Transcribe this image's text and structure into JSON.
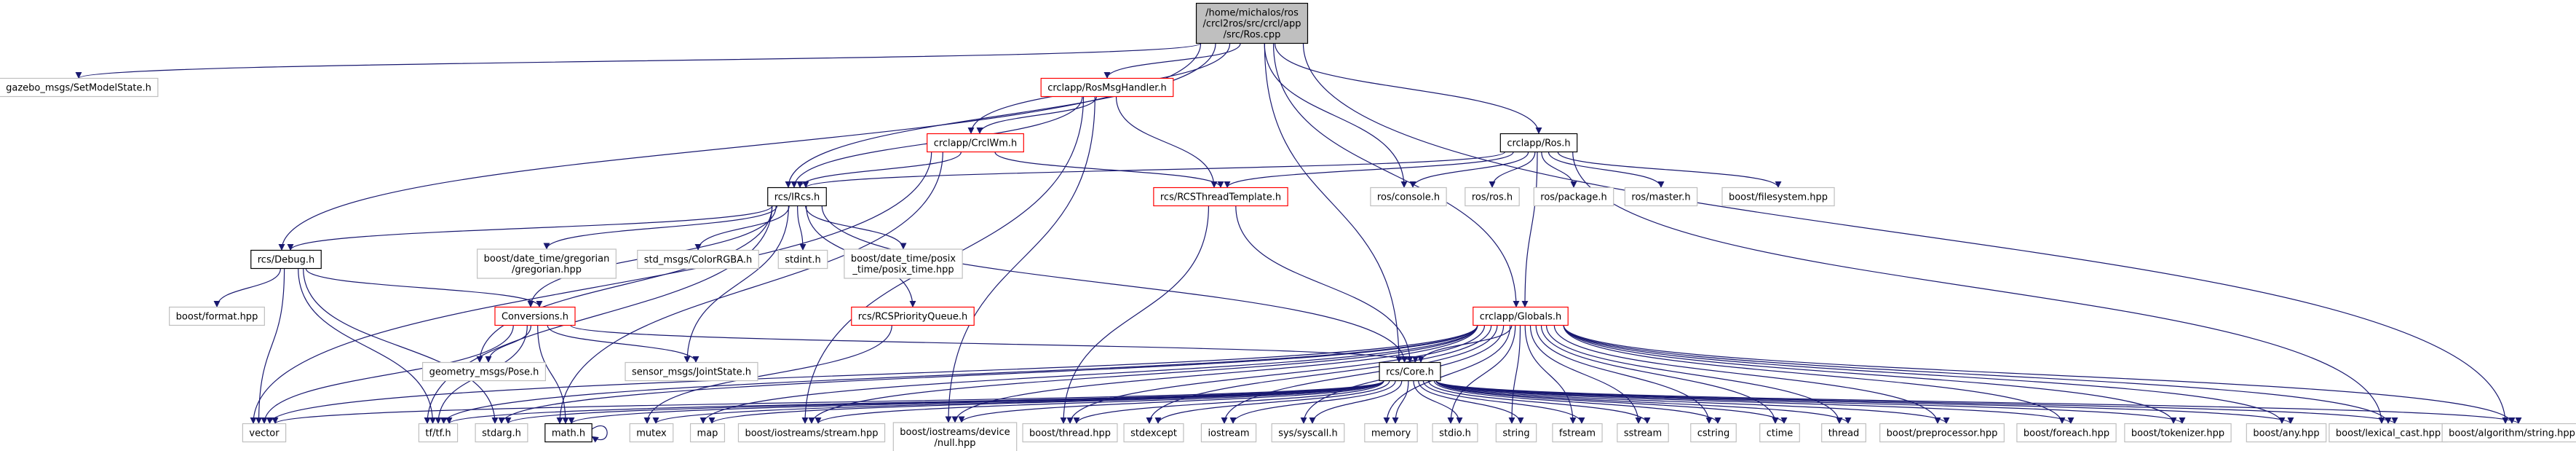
{
  "diagram": {
    "type": "include-dependency-graph",
    "root": "root",
    "colors": {
      "edge": "#191970",
      "root_fill": "#bfbfbf",
      "root_border": "#000000",
      "documented_border": "#ff0000",
      "header_border": "#000000",
      "external_border": "#bfbfbf",
      "node_fill": "#ffffff"
    },
    "nodes": [
      {
        "id": "root",
        "label": [
          "/home/michalos/ros",
          "/crcl2ros/src/crcl/app",
          "/src/Ros.cpp"
        ],
        "kind": "root"
      },
      {
        "id": "gazebo_setmodelstate",
        "label": [
          "gazebo_msgs/SetModelState.h"
        ],
        "kind": "external"
      },
      {
        "id": "rosmsghandler",
        "label": [
          "crclapp/RosMsgHandler.h"
        ],
        "kind": "documented"
      },
      {
        "id": "crclwm",
        "label": [
          "crclapp/CrclWm.h"
        ],
        "kind": "documented"
      },
      {
        "id": "ros_h",
        "label": [
          "crclapp/Ros.h"
        ],
        "kind": "header"
      },
      {
        "id": "ircs",
        "label": [
          "rcs/IRcs.h"
        ],
        "kind": "header"
      },
      {
        "id": "rcsthreadtemplate",
        "label": [
          "rcs/RCSThreadTemplate.h"
        ],
        "kind": "documented"
      },
      {
        "id": "rosconsole",
        "label": [
          "ros/console.h"
        ],
        "kind": "external"
      },
      {
        "id": "rosros",
        "label": [
          "ros/ros.h"
        ],
        "kind": "external"
      },
      {
        "id": "rospackage",
        "label": [
          "ros/package.h"
        ],
        "kind": "external"
      },
      {
        "id": "rosmaster",
        "label": [
          "ros/master.h"
        ],
        "kind": "external"
      },
      {
        "id": "boostfilesystem",
        "label": [
          "boost/filesystem.hpp"
        ],
        "kind": "external"
      },
      {
        "id": "rcsdebug",
        "label": [
          "rcs/Debug.h"
        ],
        "kind": "header"
      },
      {
        "id": "gregorian",
        "label": [
          "boost/date_time/gregorian",
          "/gregorian.hpp"
        ],
        "kind": "external"
      },
      {
        "id": "colorrgba",
        "label": [
          "std_msgs/ColorRGBA.h"
        ],
        "kind": "external"
      },
      {
        "id": "stdint",
        "label": [
          "stdint.h"
        ],
        "kind": "external"
      },
      {
        "id": "posixtime",
        "label": [
          "boost/date_time/posix",
          "_time/posix_time.hpp"
        ],
        "kind": "external"
      },
      {
        "id": "boostformat",
        "label": [
          "boost/format.hpp"
        ],
        "kind": "external"
      },
      {
        "id": "conversions",
        "label": [
          "Conversions.h"
        ],
        "kind": "documented"
      },
      {
        "id": "priorityqueue",
        "label": [
          "rcs/RCSPriorityQueue.h"
        ],
        "kind": "documented"
      },
      {
        "id": "globals",
        "label": [
          "crclapp/Globals.h"
        ],
        "kind": "documented"
      },
      {
        "id": "pose",
        "label": [
          "geometry_msgs/Pose.h"
        ],
        "kind": "external"
      },
      {
        "id": "jointstate",
        "label": [
          "sensor_msgs/JointState.h"
        ],
        "kind": "external"
      },
      {
        "id": "rcscore",
        "label": [
          "rcs/Core.h"
        ],
        "kind": "header"
      },
      {
        "id": "vector",
        "label": [
          "vector"
        ],
        "kind": "external"
      },
      {
        "id": "tftf",
        "label": [
          "tf/tf.h"
        ],
        "kind": "external"
      },
      {
        "id": "stdarg",
        "label": [
          "stdarg.h"
        ],
        "kind": "external"
      },
      {
        "id": "mathh",
        "label": [
          "math.h"
        ],
        "kind": "header"
      },
      {
        "id": "mutex",
        "label": [
          "mutex"
        ],
        "kind": "external"
      },
      {
        "id": "map",
        "label": [
          "map"
        ],
        "kind": "external"
      },
      {
        "id": "iostreamsstream",
        "label": [
          "boost/iostreams/stream.hpp"
        ],
        "kind": "external"
      },
      {
        "id": "devicenull",
        "label": [
          "boost/iostreams/device",
          "/null.hpp"
        ],
        "kind": "external"
      },
      {
        "id": "boostthread",
        "label": [
          "boost/thread.hpp"
        ],
        "kind": "external"
      },
      {
        "id": "stdexcept",
        "label": [
          "stdexcept"
        ],
        "kind": "external"
      },
      {
        "id": "iostream",
        "label": [
          "iostream"
        ],
        "kind": "external"
      },
      {
        "id": "syscall",
        "label": [
          "sys/syscall.h"
        ],
        "kind": "external"
      },
      {
        "id": "memory",
        "label": [
          "memory"
        ],
        "kind": "external"
      },
      {
        "id": "stdio",
        "label": [
          "stdio.h"
        ],
        "kind": "external"
      },
      {
        "id": "string",
        "label": [
          "string"
        ],
        "kind": "external"
      },
      {
        "id": "fstream",
        "label": [
          "fstream"
        ],
        "kind": "external"
      },
      {
        "id": "sstream",
        "label": [
          "sstream"
        ],
        "kind": "external"
      },
      {
        "id": "cstring",
        "label": [
          "cstring"
        ],
        "kind": "external"
      },
      {
        "id": "ctime",
        "label": [
          "ctime"
        ],
        "kind": "external"
      },
      {
        "id": "thread",
        "label": [
          "thread"
        ],
        "kind": "external"
      },
      {
        "id": "preprocessor",
        "label": [
          "boost/preprocessor.hpp"
        ],
        "kind": "external"
      },
      {
        "id": "foreach",
        "label": [
          "boost/foreach.hpp"
        ],
        "kind": "external"
      },
      {
        "id": "tokenizer",
        "label": [
          "boost/tokenizer.hpp"
        ],
        "kind": "external"
      },
      {
        "id": "boostany",
        "label": [
          "boost/any.hpp"
        ],
        "kind": "external"
      },
      {
        "id": "lexicalcast",
        "label": [
          "boost/lexical_cast.hpp"
        ],
        "kind": "external"
      },
      {
        "id": "algostring",
        "label": [
          "boost/algorithm/string.hpp"
        ],
        "kind": "external"
      }
    ],
    "edges": [
      [
        "root",
        "gazebo_setmodelstate"
      ],
      [
        "root",
        "rosmsghandler"
      ],
      [
        "root",
        "crclwm"
      ],
      [
        "root",
        "ros_h"
      ],
      [
        "root",
        "ircs"
      ],
      [
        "root",
        "rosconsole"
      ],
      [
        "root",
        "rcsdebug"
      ],
      [
        "root",
        "globals"
      ],
      [
        "root",
        "rcscore"
      ],
      [
        "root",
        "algostring"
      ],
      [
        "rosmsghandler",
        "crclwm"
      ],
      [
        "rosmsghandler",
        "ircs"
      ],
      [
        "rosmsghandler",
        "rcsthreadtemplate"
      ],
      [
        "rosmsghandler",
        "iostreamsstream"
      ],
      [
        "rosmsghandler",
        "devicenull"
      ],
      [
        "crclwm",
        "ircs"
      ],
      [
        "crclwm",
        "rcsthreadtemplate"
      ],
      [
        "crclwm",
        "vector"
      ],
      [
        "crclwm",
        "mathh"
      ],
      [
        "ros_h",
        "ircs"
      ],
      [
        "ros_h",
        "rcsthreadtemplate"
      ],
      [
        "ros_h",
        "rosconsole"
      ],
      [
        "ros_h",
        "rosros"
      ],
      [
        "ros_h",
        "rospackage"
      ],
      [
        "ros_h",
        "rosmaster"
      ],
      [
        "ros_h",
        "boostfilesystem"
      ],
      [
        "ros_h",
        "globals"
      ],
      [
        "ros_h",
        "lexicalcast"
      ],
      [
        "ircs",
        "rcsdebug"
      ],
      [
        "ircs",
        "gregorian"
      ],
      [
        "ircs",
        "colorrgba"
      ],
      [
        "ircs",
        "stdint"
      ],
      [
        "ircs",
        "posixtime"
      ],
      [
        "ircs",
        "conversions"
      ],
      [
        "ircs",
        "priorityqueue"
      ],
      [
        "ircs",
        "pose"
      ],
      [
        "ircs",
        "jointstate"
      ],
      [
        "ircs",
        "rcscore"
      ],
      [
        "ircs",
        "tftf"
      ],
      [
        "rcsthreadtemplate",
        "rcscore"
      ],
      [
        "rcsthreadtemplate",
        "boostthread"
      ],
      [
        "rcsdebug",
        "boostformat"
      ],
      [
        "rcsdebug",
        "conversions"
      ],
      [
        "rcsdebug",
        "vector"
      ],
      [
        "rcsdebug",
        "tftf"
      ],
      [
        "rcsdebug",
        "stdarg"
      ],
      [
        "conversions",
        "pose"
      ],
      [
        "conversions",
        "jointstate"
      ],
      [
        "conversions",
        "rcscore"
      ],
      [
        "conversions",
        "tftf"
      ],
      [
        "conversions",
        "vector"
      ],
      [
        "conversions",
        "mathh"
      ],
      [
        "priorityqueue",
        "mutex"
      ],
      [
        "globals",
        "rcscore"
      ],
      [
        "globals",
        "vector"
      ],
      [
        "globals",
        "tftf"
      ],
      [
        "globals",
        "stdarg"
      ],
      [
        "globals",
        "map"
      ],
      [
        "globals",
        "iostreamsstream"
      ],
      [
        "globals",
        "devicenull"
      ],
      [
        "globals",
        "boostthread"
      ],
      [
        "globals",
        "stdexcept"
      ],
      [
        "globals",
        "iostream"
      ],
      [
        "globals",
        "syscall"
      ],
      [
        "globals",
        "memory"
      ],
      [
        "globals",
        "stdio"
      ],
      [
        "globals",
        "string"
      ],
      [
        "globals",
        "fstream"
      ],
      [
        "globals",
        "sstream"
      ],
      [
        "globals",
        "cstring"
      ],
      [
        "globals",
        "ctime"
      ],
      [
        "globals",
        "thread"
      ],
      [
        "globals",
        "preprocessor"
      ],
      [
        "globals",
        "foreach"
      ],
      [
        "globals",
        "tokenizer"
      ],
      [
        "globals",
        "boostany"
      ],
      [
        "globals",
        "lexicalcast"
      ],
      [
        "globals",
        "algostring"
      ],
      [
        "rcscore",
        "vector"
      ],
      [
        "rcscore",
        "tftf"
      ],
      [
        "rcscore",
        "stdarg"
      ],
      [
        "rcscore",
        "mathh"
      ],
      [
        "rcscore",
        "mutex"
      ],
      [
        "rcscore",
        "map"
      ],
      [
        "rcscore",
        "iostreamsstream"
      ],
      [
        "rcscore",
        "devicenull"
      ],
      [
        "rcscore",
        "boostthread"
      ],
      [
        "rcscore",
        "stdexcept"
      ],
      [
        "rcscore",
        "iostream"
      ],
      [
        "rcscore",
        "syscall"
      ],
      [
        "rcscore",
        "memory"
      ],
      [
        "rcscore",
        "stdio"
      ],
      [
        "rcscore",
        "string"
      ],
      [
        "rcscore",
        "fstream"
      ],
      [
        "rcscore",
        "sstream"
      ],
      [
        "rcscore",
        "cstring"
      ],
      [
        "rcscore",
        "ctime"
      ],
      [
        "rcscore",
        "thread"
      ],
      [
        "rcscore",
        "preprocessor"
      ],
      [
        "rcscore",
        "foreach"
      ],
      [
        "rcscore",
        "tokenizer"
      ],
      [
        "rcscore",
        "boostany"
      ],
      [
        "rcscore",
        "lexicalcast"
      ],
      [
        "rcscore",
        "algostring"
      ],
      [
        "mathh",
        "mathh"
      ]
    ]
  }
}
